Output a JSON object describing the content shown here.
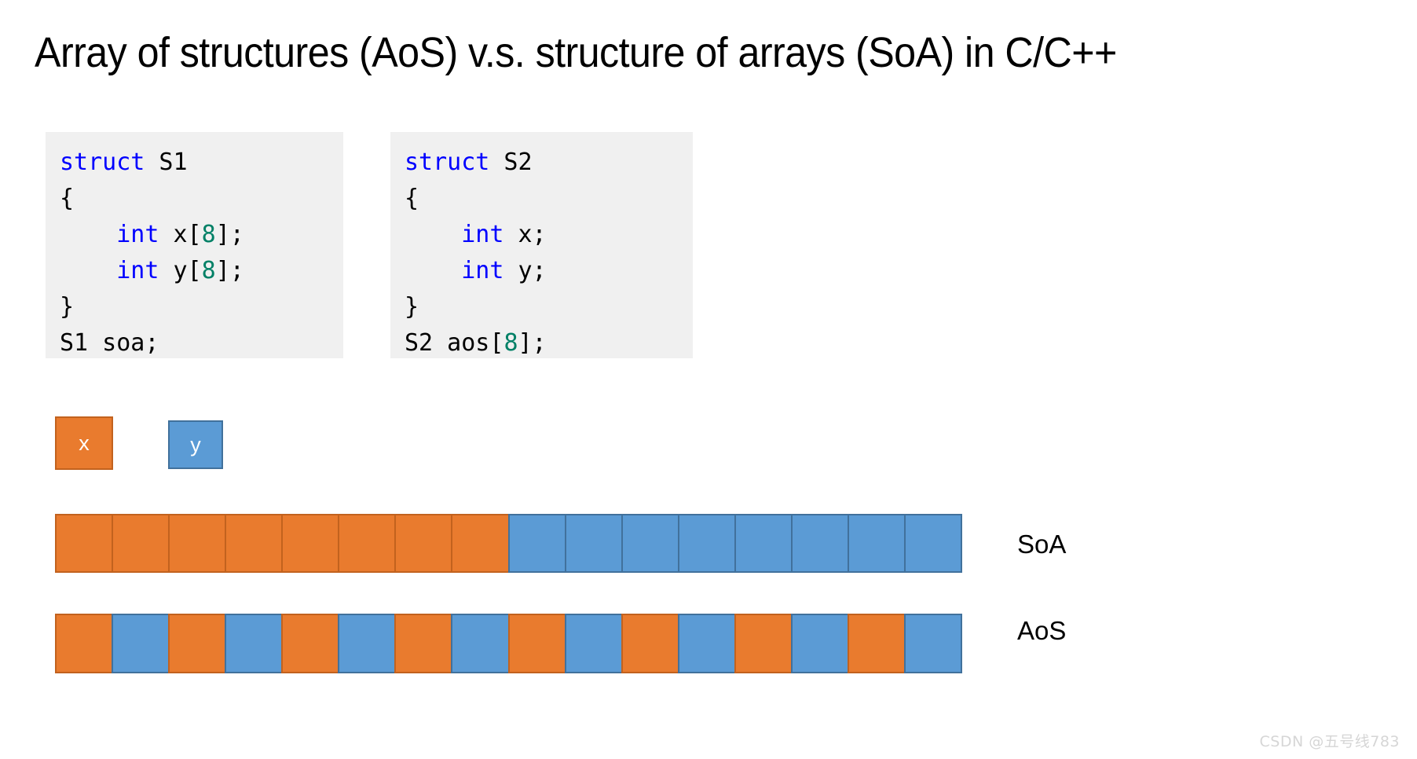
{
  "slide": {
    "title": "Array of structures (AoS) v.s. structure of arrays (SoA) in C/C++",
    "background": "#FFFFFF"
  },
  "colors": {
    "x_fill": "#E97B2E",
    "x_border": "#C2621E",
    "y_fill": "#5B9BD5",
    "y_border": "#41719C",
    "code_background": "#F0F0F0",
    "keyword": "#0000FF",
    "number": "#008066",
    "text": "#000000",
    "watermark": "#D6D6D6"
  },
  "code_blocks": [
    {
      "id": "soa",
      "lines": [
        [
          {
            "t": "struct",
            "c": "kw"
          },
          {
            "t": " S1",
            "c": ""
          }
        ],
        [
          {
            "t": "{",
            "c": ""
          }
        ],
        [
          {
            "t": "    ",
            "c": ""
          },
          {
            "t": "int",
            "c": "kw"
          },
          {
            "t": " x[",
            "c": ""
          },
          {
            "t": "8",
            "c": "num"
          },
          {
            "t": "];",
            "c": ""
          }
        ],
        [
          {
            "t": "    ",
            "c": ""
          },
          {
            "t": "int",
            "c": "kw"
          },
          {
            "t": " y[",
            "c": ""
          },
          {
            "t": "8",
            "c": "num"
          },
          {
            "t": "];",
            "c": ""
          }
        ],
        [
          {
            "t": "}",
            "c": ""
          }
        ],
        [
          {
            "t": "S1 soa;",
            "c": ""
          }
        ]
      ]
    },
    {
      "id": "aos",
      "lines": [
        [
          {
            "t": "struct",
            "c": "kw"
          },
          {
            "t": " S2",
            "c": ""
          }
        ],
        [
          {
            "t": "{",
            "c": ""
          }
        ],
        [
          {
            "t": "    ",
            "c": ""
          },
          {
            "t": "int",
            "c": "kw"
          },
          {
            "t": " x;",
            "c": ""
          }
        ],
        [
          {
            "t": "    ",
            "c": ""
          },
          {
            "t": "int",
            "c": "kw"
          },
          {
            "t": " y;",
            "c": ""
          }
        ],
        [
          {
            "t": "}",
            "c": ""
          }
        ],
        [
          {
            "t": "S2 aos[",
            "c": ""
          },
          {
            "t": "8",
            "c": "num"
          },
          {
            "t": "];",
            "c": ""
          }
        ]
      ]
    }
  ],
  "legend": {
    "x_label": "x",
    "y_label": "y"
  },
  "memory_layouts": [
    {
      "id": "soa",
      "label": "SoA",
      "cells": [
        "x",
        "x",
        "x",
        "x",
        "x",
        "x",
        "x",
        "x",
        "y",
        "y",
        "y",
        "y",
        "y",
        "y",
        "y",
        "y"
      ]
    },
    {
      "id": "aos",
      "label": "AoS",
      "cells": [
        "x",
        "y",
        "x",
        "y",
        "x",
        "y",
        "x",
        "y",
        "x",
        "y",
        "x",
        "y",
        "x",
        "y",
        "x",
        "y"
      ]
    }
  ],
  "watermark": "CSDN @五号线783"
}
